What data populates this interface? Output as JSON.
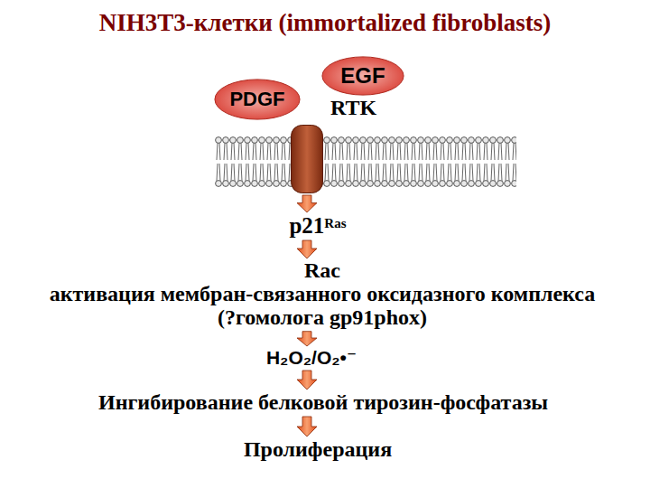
{
  "diagram": {
    "title": "NIH3T3-клетки (immortalized fibroblasts)",
    "nodes": [
      {
        "text": [
          "PDGF"
        ]
      },
      {
        "text": [
          "EGF"
        ]
      },
      {
        "text": [
          "RTK"
        ]
      },
      {
        "text": [
          "p21",
          "Ras"
        ]
      },
      {
        "text": [
          "Rac",
          "активация мембран-связанного оксидазного комплекса (?гомолога gp91phox)"
        ]
      },
      {
        "text": [
          "H₂O₂/O₂•⁻"
        ]
      },
      {
        "text": [
          "Ингибирование белковой тирозин-фосфатазы"
        ]
      },
      {
        "text": [
          "Пролиферация"
        ]
      }
    ],
    "edges": [
      {
        "from": 2,
        "to": 3,
        "arrow": "to"
      },
      {
        "from": 3,
        "to": 4,
        "arrow": "to"
      },
      {
        "from": 4,
        "to": 5,
        "arrow": "to"
      },
      {
        "from": 5,
        "to": 6,
        "arrow": "to"
      },
      {
        "from": 6,
        "to": 7,
        "arrow": "to"
      }
    ]
  }
}
